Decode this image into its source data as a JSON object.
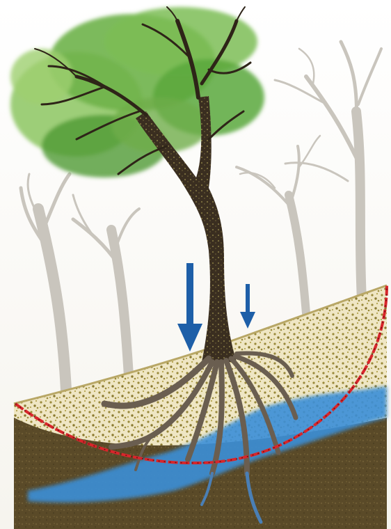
{
  "illustration": {
    "subject": "tree",
    "elements": {
      "foreground_tree": {
        "icon": "deciduous-tree-with-foliage-icon",
        "foliage_color": "#5aa83c",
        "trunk_color": "#3a2e20"
      },
      "background_trees": {
        "icon": "bare-tree-silhouette-icon",
        "count": 4,
        "color": "#c8c4bc"
      },
      "topsoil": {
        "color": "#efe6c4",
        "speckle_color": "#9a8a3a"
      },
      "subsoil": {
        "color": "#5a4a28"
      },
      "groundwater": {
        "color": "#3a8fd8"
      },
      "roots": {
        "color": "#6a5e50"
      },
      "root_zone_boundary": {
        "icon": "dashed-arc-icon",
        "color": "#d8262b"
      },
      "arrows": [
        {
          "icon": "down-arrow-icon",
          "size": "large",
          "color": "#1e5fa8"
        },
        {
          "icon": "down-arrow-icon",
          "size": "small",
          "color": "#1e5fa8"
        }
      ]
    }
  }
}
